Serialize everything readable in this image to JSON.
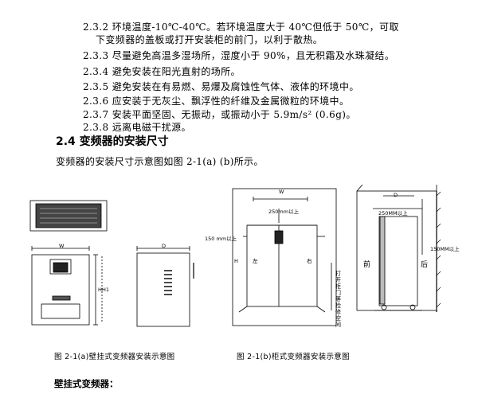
{
  "requirements": [
    {
      "text": "2.3.2 环境温度-10℃-40℃。若环境温度大于 40℃但低于 50℃，可取"
    },
    {
      "text": "下变频器的盖板或打开安装柜的前门，以利于散热。"
    },
    {
      "text": "2.3.3 尽量避免高温多湿场所，湿度小于 90%，且无积霜及水珠凝结。"
    },
    {
      "text": "2.3.4 避免安装在阳光直射的场所。"
    },
    {
      "text": "2.3.5 避免安装在有易燃、易爆及腐蚀性气体、液体的环境中。"
    },
    {
      "text": "2.3.6 应安装于无灰尘、飘浮性的纤维及金属微粒的环境中。"
    },
    {
      "text": "2.3.7 安装平面坚固、无振动，或振动小于 5.9m/s² (0.6g)。"
    },
    {
      "text": "2.3.8 远离电磁干扰源。"
    }
  ],
  "section_heading": "2.4 变频器的安装尺寸",
  "intro_text": "变频器的安装尺寸示意图如图 2-1(a) (b)所示。",
  "figure_labels": {
    "wall_width": "W",
    "wall_height": "H",
    "wall_height_inner": "H1",
    "wall_depth": "D",
    "cab_width": "W",
    "cab_top_clearance": "250mm以上",
    "cab_side_clearance": "150 mm以上",
    "cab_height": "H",
    "cab_left": "左",
    "cab_right": "右",
    "cab_note": "打开柜门等检修空间",
    "side_depth": "D",
    "side_top_clearance": "250MM以上",
    "side_back_clearance": "150MM以上",
    "side_front": "前",
    "side_back": "后"
  },
  "captions": {
    "left": "图 2-1(a)壁挂式变频器安装示意图",
    "right": "图 2-1(b)柜式变频器安装示意图"
  },
  "bottom_heading": "壁挂式变频器："
}
